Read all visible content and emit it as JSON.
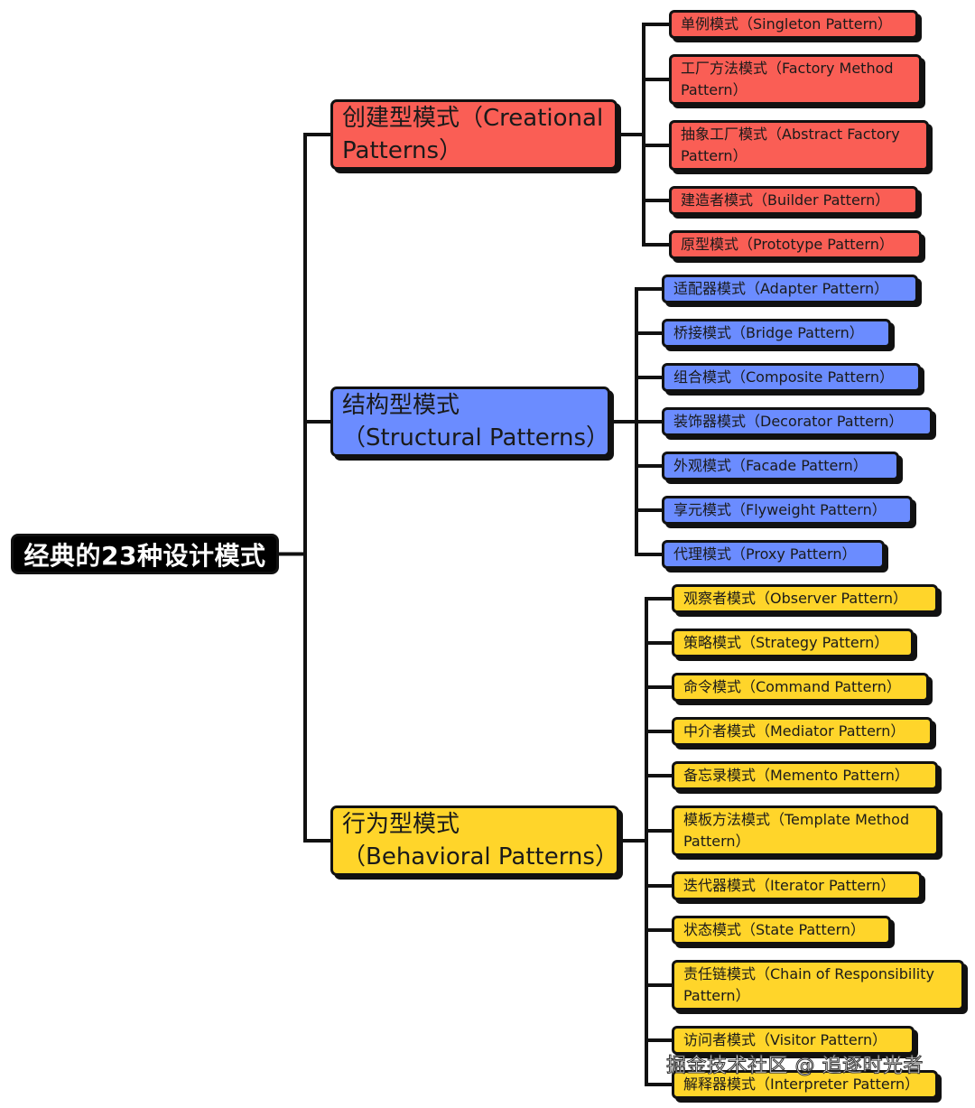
{
  "root": {
    "label": "经典的23种设计模式"
  },
  "categories": [
    {
      "label": "创建型模式（Creational Patterns）",
      "color": "#fa5e55",
      "items": [
        "单例模式（Singleton Pattern）",
        "工厂方法模式（Factory Method Pattern）",
        "抽象工厂模式（Abstract Factory Pattern）",
        "建造者模式（Builder Pattern）",
        "原型模式（Prototype Pattern）"
      ]
    },
    {
      "label": "结构型模式（Structural Patterns）",
      "color": "#6b8cff",
      "items": [
        "适配器模式（Adapter Pattern）",
        "桥接模式（Bridge Pattern）",
        "组合模式（Composite Pattern）",
        "装饰器模式（Decorator Pattern）",
        "外观模式（Facade Pattern）",
        "享元模式（Flyweight Pattern）",
        "代理模式（Proxy Pattern）"
      ]
    },
    {
      "label": "行为型模式（Behavioral Patterns）",
      "color": "#ffd52a",
      "items": [
        "观察者模式（Observer Pattern）",
        "策略模式（Strategy Pattern）",
        "命令模式（Command Pattern）",
        "中介者模式（Mediator Pattern）",
        "备忘录模式（Memento Pattern）",
        "模板方法模式（Template Method Pattern）",
        "迭代器模式（Iterator Pattern）",
        "状态模式（State Pattern）",
        "责任链模式（Chain of Responsibility Pattern）",
        "访问者模式（Visitor Pattern）",
        "解释器模式（Interpreter Pattern）"
      ]
    }
  ],
  "watermark": "掘金技术社区 @ 追逐时光者"
}
